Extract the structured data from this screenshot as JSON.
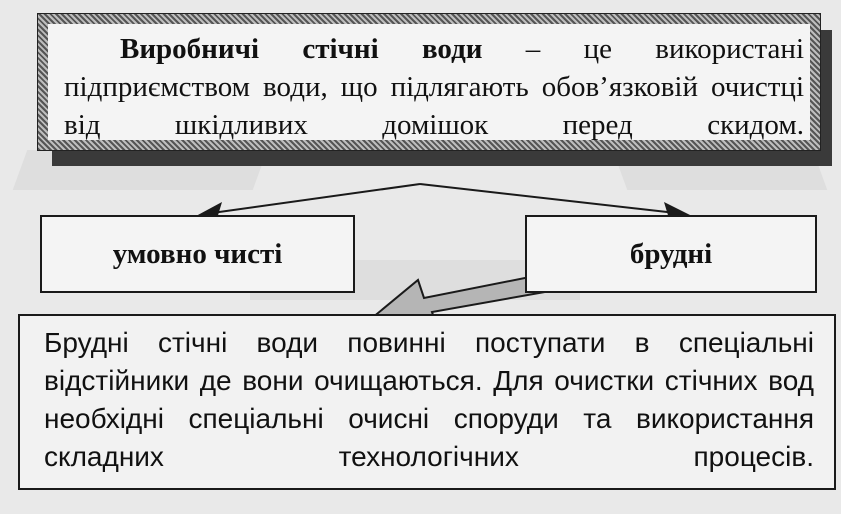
{
  "definition": {
    "term": "Виробничі стічні води",
    "text": " – це використані підприємством води, що підлягають обов’язковій очистці від шкідливих домішок перед скидом."
  },
  "categories": {
    "left": "умовно чисті",
    "right": "брудні"
  },
  "note": {
    "text": "Брудні стічні води повинні поступати в спеціальні відстійники де вони очищаються. Для очистки стічних вод необхідні спеціальні очисні споруди та використання складних технологічних процесів."
  },
  "colors": {
    "box_background": "#f4f4f4",
    "border": "#1a1a1a",
    "shadow": "#3a3a3a",
    "arrow_fill": "#b5b5b5"
  }
}
